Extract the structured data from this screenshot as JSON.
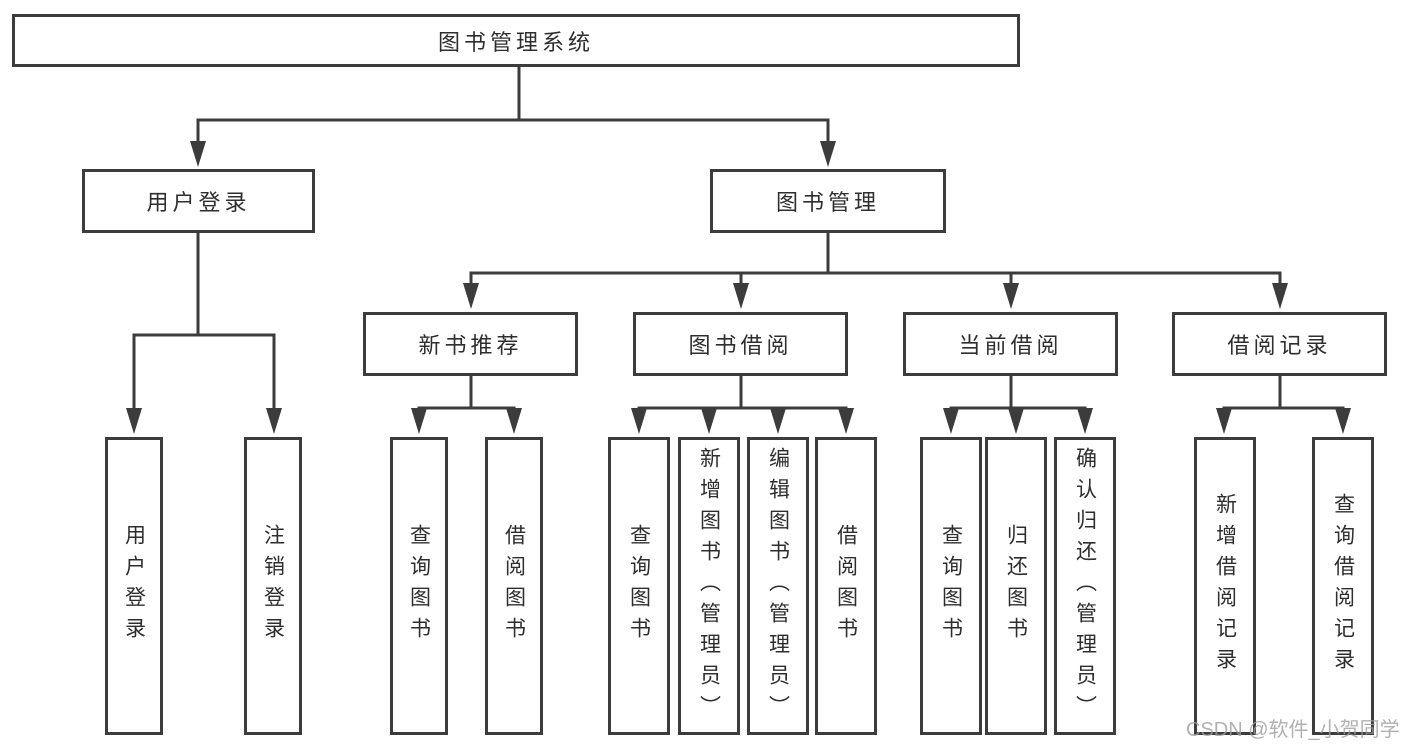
{
  "diagram": {
    "root": "图书管理系统",
    "level2": [
      "用户登录",
      "图书管理"
    ],
    "level3": [
      "新书推荐",
      "图书借阅",
      "当前借阅",
      "借阅记录"
    ],
    "leaves": [
      "用户登录",
      "注销登录",
      "查询图书",
      "借阅图书",
      "查询图书",
      "新增图书（管理员）",
      "编辑图书（管理员）",
      "借阅图书",
      "查询图书",
      "归还图书",
      "确认归还（管理员）",
      "新增借阅记录",
      "查询借阅记录"
    ]
  },
  "watermark": "CSDN @软件_小贺同学",
  "colors": {
    "line": "#3c3c3c",
    "text": "#2e2e2e",
    "background": "#ffffff",
    "watermark": "#9e9e9e"
  }
}
